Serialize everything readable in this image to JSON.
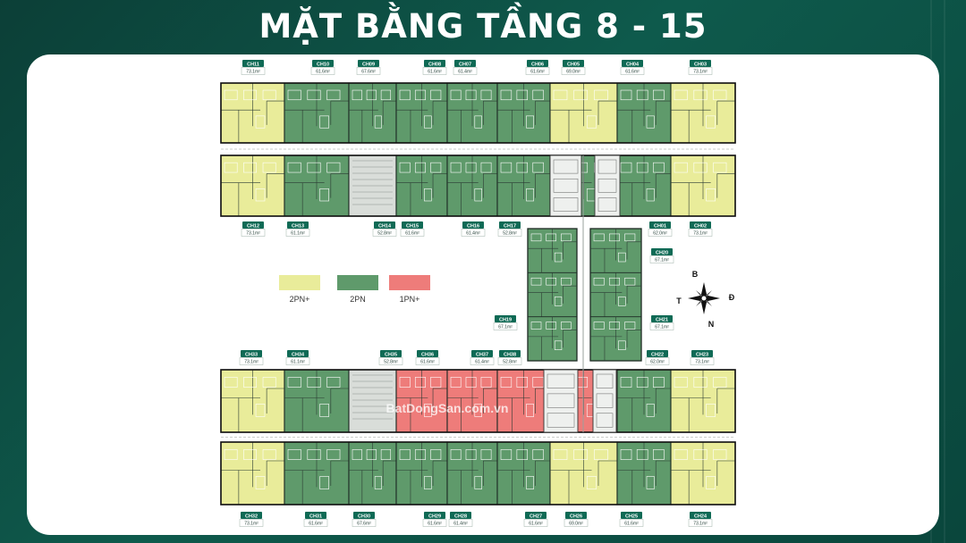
{
  "title": "MẶT BẰNG TẦNG 8 - 15",
  "colors": {
    "background": "#0e5a4c",
    "card": "#ffffff",
    "unit_2pn_plus": "#e9ec9a",
    "unit_2pn": "#5f9a6b",
    "unit_1pn_plus": "#ee7c7a",
    "label_bg": "#0f6a55"
  },
  "legend": [
    {
      "label": "2PN+",
      "type": "2pn_plus"
    },
    {
      "label": "2PN",
      "type": "2pn"
    },
    {
      "label": "1PN+",
      "type": "1pn_plus"
    }
  ],
  "compass": {
    "north": "B",
    "south": "N",
    "east": "Đ",
    "west": "T"
  },
  "watermark": "BatDongSan.com.vn",
  "units": [
    {
      "id": "CH11",
      "area": "73.1m²",
      "type": "2pn_plus"
    },
    {
      "id": "CH10",
      "area": "61.6m²",
      "type": "2pn"
    },
    {
      "id": "CH09",
      "area": "67.6m²",
      "type": "2pn"
    },
    {
      "id": "CH08",
      "area": "61.6m²",
      "type": "2pn"
    },
    {
      "id": "CH07",
      "area": "61.4m²",
      "type": "2pn"
    },
    {
      "id": "CH06",
      "area": "61.6m²",
      "type": "2pn"
    },
    {
      "id": "CH05",
      "area": "69.0m²",
      "type": "2pn_plus"
    },
    {
      "id": "CH04",
      "area": "61.6m²",
      "type": "2pn"
    },
    {
      "id": "CH03",
      "area": "73.1m²",
      "type": "2pn_plus"
    },
    {
      "id": "CH12",
      "area": "73.1m²",
      "type": "2pn_plus"
    },
    {
      "id": "CH13",
      "area": "61.1m²",
      "type": "2pn"
    },
    {
      "id": "CH14",
      "area": "52.8m²",
      "type": "2pn"
    },
    {
      "id": "CH15",
      "area": "61.6m²",
      "type": "2pn"
    },
    {
      "id": "CH16",
      "area": "61.4m²",
      "type": "2pn"
    },
    {
      "id": "CH17",
      "area": "52.8m²",
      "type": "2pn"
    },
    {
      "id": "CH01",
      "area": "62.0m²",
      "type": "2pn"
    },
    {
      "id": "CH02",
      "area": "73.1m²",
      "type": "2pn_plus"
    },
    {
      "id": "CH20",
      "area": "67.1m²",
      "type": "2pn"
    },
    {
      "id": "CH19",
      "area": "67.1m²",
      "type": "2pn"
    },
    {
      "id": "CH21",
      "area": "67.1m²",
      "type": "2pn"
    },
    {
      "id": "CH33",
      "area": "73.1m²",
      "type": "2pn_plus"
    },
    {
      "id": "CH34",
      "area": "61.1m²",
      "type": "2pn"
    },
    {
      "id": "CH35",
      "area": "52.8m²",
      "type": "1pn_plus"
    },
    {
      "id": "CH36",
      "area": "61.6m²",
      "type": "1pn_plus"
    },
    {
      "id": "CH37",
      "area": "61.4m²",
      "type": "1pn_plus"
    },
    {
      "id": "CH38",
      "area": "52.8m²",
      "type": "1pn_plus"
    },
    {
      "id": "CH22",
      "area": "62.0m²",
      "type": "2pn"
    },
    {
      "id": "CH23",
      "area": "73.1m²",
      "type": "2pn_plus"
    },
    {
      "id": "CH32",
      "area": "73.1m²",
      "type": "2pn_plus"
    },
    {
      "id": "CH31",
      "area": "61.6m²",
      "type": "2pn"
    },
    {
      "id": "CH30",
      "area": "67.6m²",
      "type": "2pn"
    },
    {
      "id": "CH29",
      "area": "61.6m²",
      "type": "2pn"
    },
    {
      "id": "CH28",
      "area": "61.4m²",
      "type": "2pn"
    },
    {
      "id": "CH27",
      "area": "61.6m²",
      "type": "2pn"
    },
    {
      "id": "CH26",
      "area": "69.0m²",
      "type": "2pn_plus"
    },
    {
      "id": "CH25",
      "area": "61.6m²",
      "type": "2pn"
    },
    {
      "id": "CH24",
      "area": "73.1m²",
      "type": "2pn_plus"
    }
  ]
}
